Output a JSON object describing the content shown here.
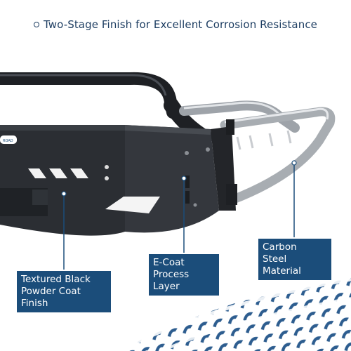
{
  "headline": "Two-Stage Finish for Excellent Corrosion Resistance",
  "logo_text": "ROAD",
  "callouts": {
    "powder_coat": [
      "Textured Black",
      "Powder Coat Finish"
    ],
    "ecoat": [
      "E-Coat",
      "Process Layer"
    ],
    "steel": [
      "Carbon",
      "Steel Material"
    ]
  },
  "colors": {
    "label_bg": "#1b4d7a",
    "headline": "#1f3f63",
    "tire_track": "#2d5d8f",
    "bumper_dark": "#2b2e33",
    "steel_tube": "#b8bcc1"
  }
}
